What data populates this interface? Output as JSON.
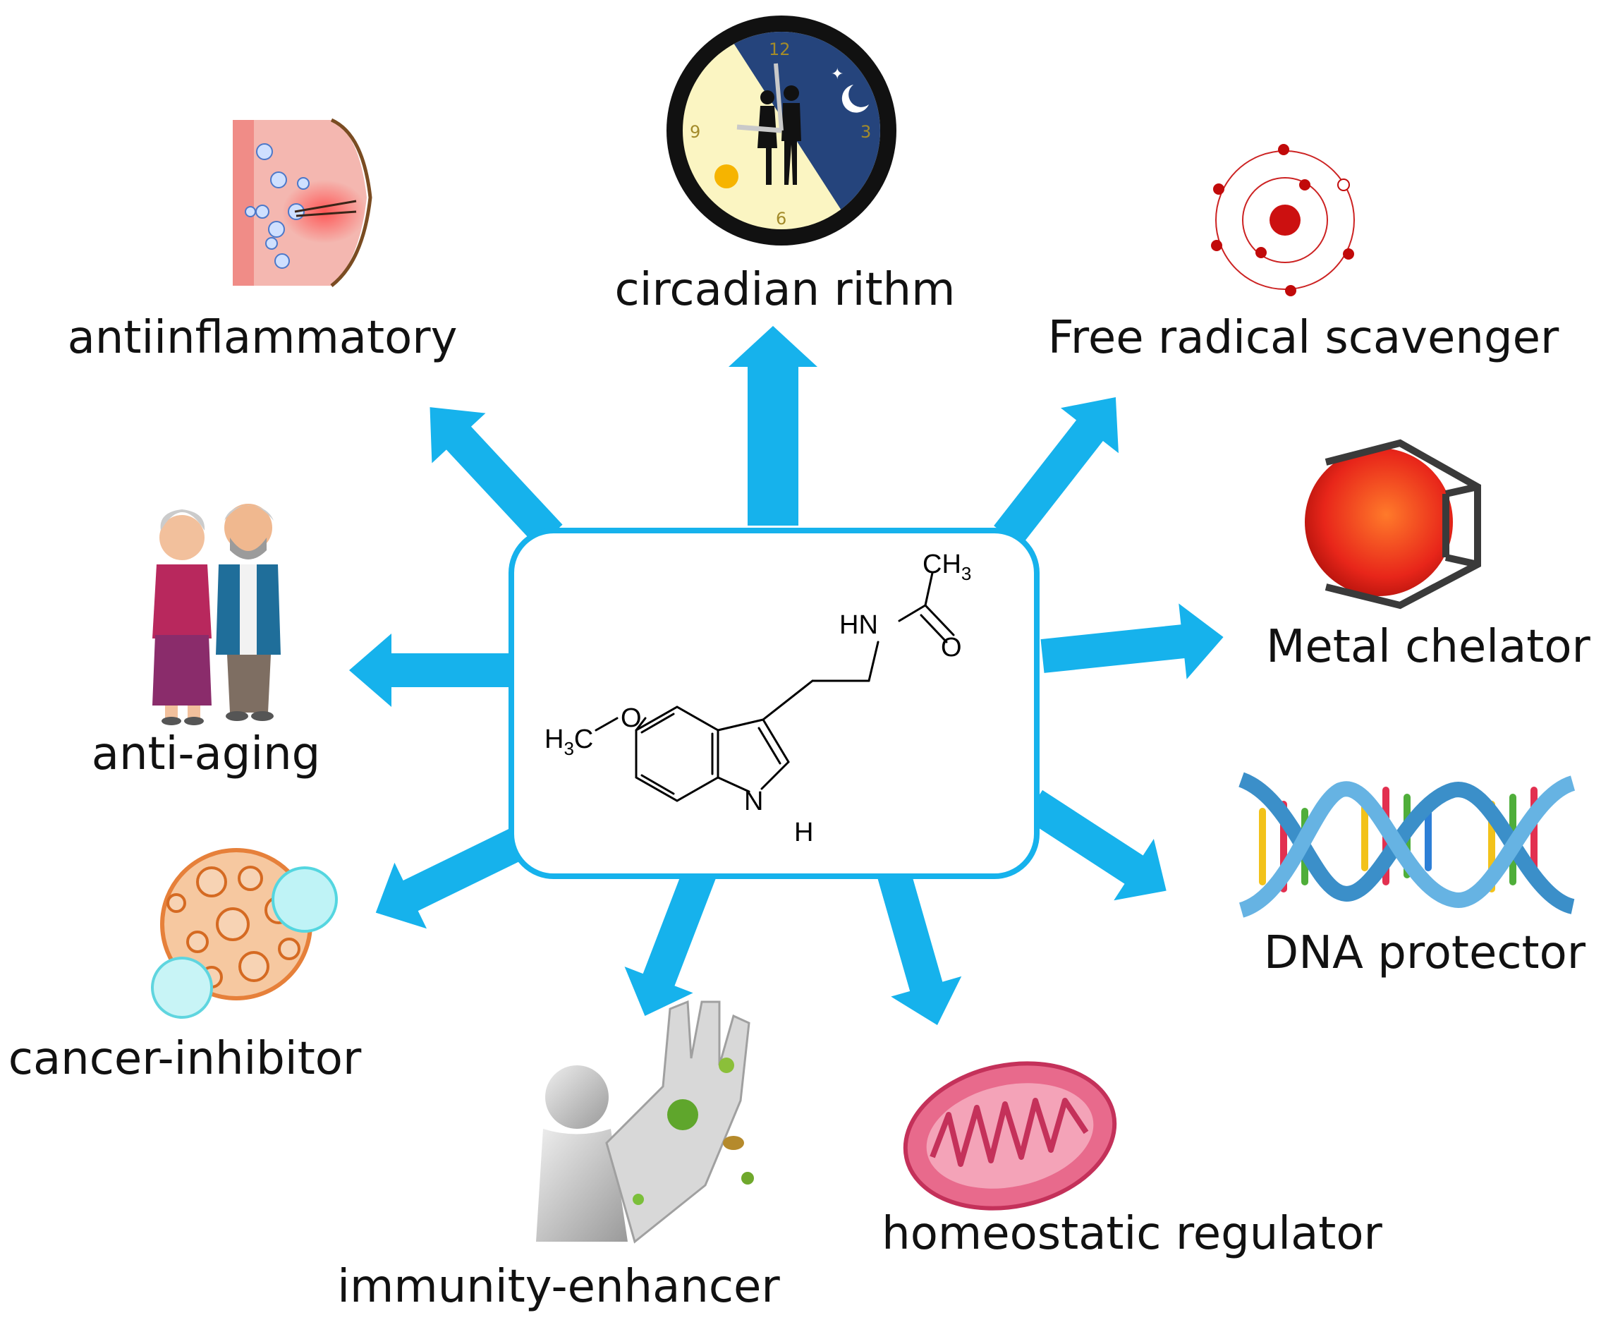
{
  "colors": {
    "arrow": "#16b2ec",
    "center_box_border": "#16b2ec",
    "text": "#111111"
  },
  "center": {
    "molecule": {
      "ch3": "CH",
      "ch3_sub": "3",
      "nh": "HN",
      "o_carbonyl": "O",
      "h3c": "H",
      "h3c_sub": "3",
      "h3c_c": "C",
      "o_ether": "O",
      "ring_n": "N",
      "ring_h": "H"
    }
  },
  "labels": {
    "circadian": "circadian rithm",
    "antiinflammatory": "antiinflammatory",
    "free_radical": "Free radical scavenger",
    "anti_aging": "anti-aging",
    "metal_chelator": "Metal chelator",
    "cancer": "cancer-inhibitor",
    "dna": "DNA protector",
    "immunity": "immunity-enhancer",
    "homeostatic": "homeostatic regulator"
  },
  "clock": {
    "n12": "12",
    "n3": "3",
    "n6": "6",
    "n9": "9"
  },
  "icons": {
    "circadian": "clock-day-night-icon",
    "antiinflammatory": "inflamed-tissue-icon",
    "free_radical": "atom-icon",
    "anti_aging": "elderly-couple-icon",
    "metal_chelator": "red-sphere-chelate-icon",
    "cancer": "cancer-cell-icon",
    "dna": "dna-helix-icon",
    "immunity": "human-shield-virus-icon",
    "homeostatic": "mitochondrion-icon"
  }
}
